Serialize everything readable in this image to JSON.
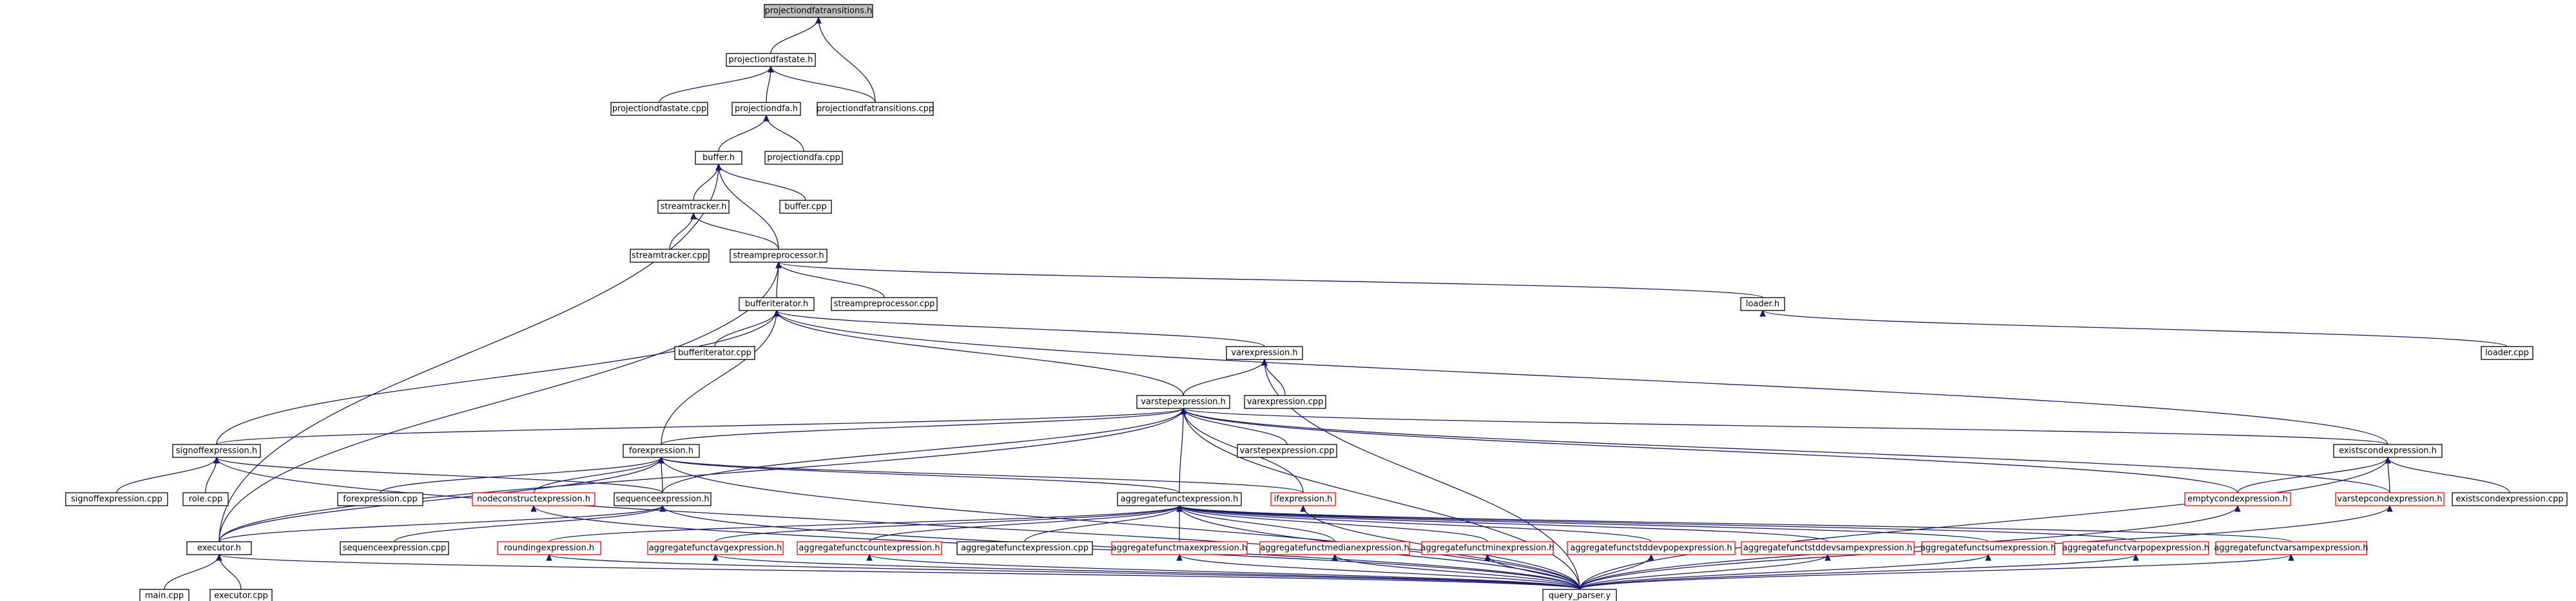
{
  "colors": {
    "edge": "#191970",
    "node_border": "#000000",
    "node_border_partial": "#ff0000",
    "focus_fill": "#bfbfbf",
    "node_fill": "#ffffff"
  },
  "nodes": {
    "projectiondfatransitions_h": {
      "label": "projectiondfatransitions.h",
      "focus": true
    },
    "projectiondfastate_h": {
      "label": "projectiondfastate.h"
    },
    "projectiondfastate_cpp": {
      "label": "projectiondfastate.cpp"
    },
    "projectiondfa_h": {
      "label": "projectiondfa.h"
    },
    "projectiondfatransitions_cpp": {
      "label": "projectiondfatransitions.cpp"
    },
    "buffer_h": {
      "label": "buffer.h"
    },
    "projectiondfa_cpp": {
      "label": "projectiondfa.cpp"
    },
    "streamtracker_h": {
      "label": "streamtracker.h"
    },
    "buffer_cpp": {
      "label": "buffer.cpp"
    },
    "streamtracker_cpp": {
      "label": "streamtracker.cpp"
    },
    "streampreprocessor_h": {
      "label": "streampreprocessor.h"
    },
    "bufferiterator_h": {
      "label": "bufferiterator.h"
    },
    "streampreprocessor_cpp": {
      "label": "streampreprocessor.cpp"
    },
    "loader_h": {
      "label": "loader.h"
    },
    "loader_cpp": {
      "label": "loader.cpp"
    },
    "bufferiterator_cpp": {
      "label": "bufferiterator.cpp"
    },
    "varexpression_h": {
      "label": "varexpression.h"
    },
    "varexpression_cpp": {
      "label": "varexpression.cpp"
    },
    "varstepexpression_h": {
      "label": "varstepexpression.h"
    },
    "varstepexpression_cpp": {
      "label": "varstepexpression.cpp"
    },
    "signoffexpression_h": {
      "label": "signoffexpression.h"
    },
    "signoffexpression_cpp": {
      "label": "signoffexpression.cpp"
    },
    "role_cpp": {
      "label": "role.cpp"
    },
    "forexpression_h": {
      "label": "forexpression.h"
    },
    "forexpression_cpp": {
      "label": "forexpression.cpp"
    },
    "nodeconstructexpression_h": {
      "label": "nodeconstructexpression.h",
      "partial": true
    },
    "sequenceexpression_h": {
      "label": "sequenceexpression.h"
    },
    "sequenceexpression_cpp": {
      "label": "sequenceexpression.cpp"
    },
    "existscondexpression_h": {
      "label": "existscondexpression.h"
    },
    "emptycondexpression_h": {
      "label": "emptycondexpression.h",
      "partial": true
    },
    "varstepcondexpression_h": {
      "label": "varstepcondexpression.h",
      "partial": true
    },
    "existscondexpression_cpp": {
      "label": "existscondexpression.cpp"
    },
    "aggregatefunctexpression_h": {
      "label": "aggregatefunctexpression.h"
    },
    "ifexpression_h": {
      "label": "ifexpression.h",
      "partial": true
    },
    "executor_h": {
      "label": "executor.h"
    },
    "main_cpp": {
      "label": "main.cpp"
    },
    "executor_cpp": {
      "label": "executor.cpp"
    },
    "roundingexpression_h": {
      "label": "roundingexpression.h",
      "partial": true
    },
    "aggregatefunctavgexpression_h": {
      "label": "aggregatefunctavgexpression.h",
      "partial": true
    },
    "aggregatefunctcountexpression_h": {
      "label": "aggregatefunctcountexpression.h",
      "partial": true
    },
    "aggregatefunctexpression_cpp": {
      "label": "aggregatefunctexpression.cpp"
    },
    "aggregatefunctmaxexpression_h": {
      "label": "aggregatefunctmaxexpression.h",
      "partial": true
    },
    "aggregatefunctmedianexpression_h": {
      "label": "aggregatefunctmedianexpression.h",
      "partial": true
    },
    "aggregatefunctminexpression_h": {
      "label": "aggregatefunctminexpression.h",
      "partial": true
    },
    "aggregatefunctstddevpopexpression_h": {
      "label": "aggregatefunctstddevpopexpression.h",
      "partial": true
    },
    "aggregatefunctstddevsampexpression_h": {
      "label": "aggregatefunctstddevsampexpression.h",
      "partial": true
    },
    "aggregatefunctsumexpression_h": {
      "label": "aggregatefunctsumexpression.h",
      "partial": true
    },
    "aggregatefunctvarpopexpression_h": {
      "label": "aggregatefunctvarpopexpression.h",
      "partial": true
    },
    "aggregatefunctvarsampexpression_h": {
      "label": "aggregatefunctvarsampexpression.h",
      "partial": true
    },
    "query_parser_y": {
      "label": "query_parser.y"
    }
  }
}
